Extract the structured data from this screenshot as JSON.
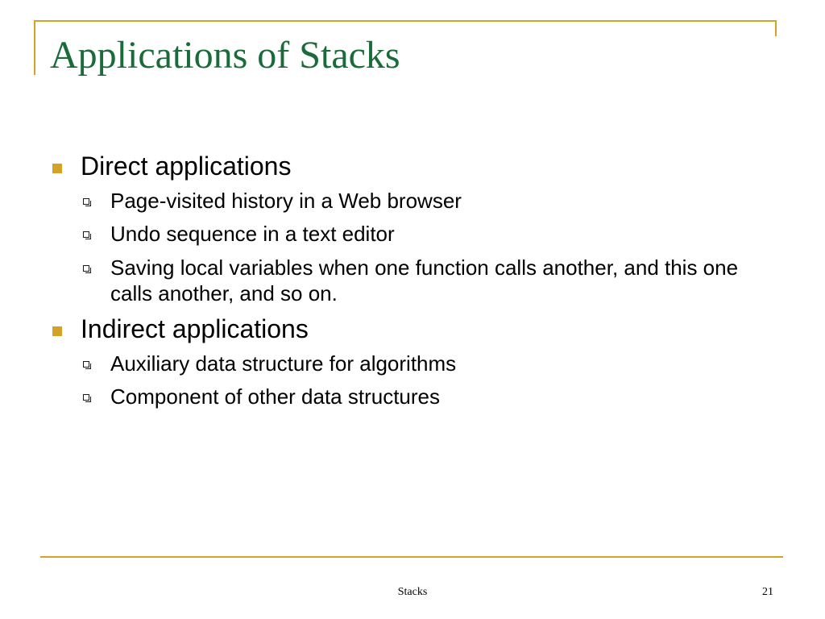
{
  "slide": {
    "title": "Applications of Stacks",
    "sections": [
      {
        "heading": "Direct applications",
        "items": [
          "Page-visited history in a Web browser",
          "Undo sequence in a text editor",
          "Saving local variables when one function calls another, and this one calls another, and so on."
        ]
      },
      {
        "heading": "Indirect applications",
        "items": [
          "Auxiliary data structure for algorithms",
          "Component of other data structures"
        ]
      }
    ]
  },
  "footer": {
    "label": "Stacks",
    "page_number": "21"
  },
  "colors": {
    "title": "#1a6b3a",
    "accent": "#d4a227",
    "text": "#000000"
  },
  "icons": {
    "level1_bullet": "filled-square-bullet-icon",
    "level2_bullet": "shadowed-square-bullet-icon"
  }
}
